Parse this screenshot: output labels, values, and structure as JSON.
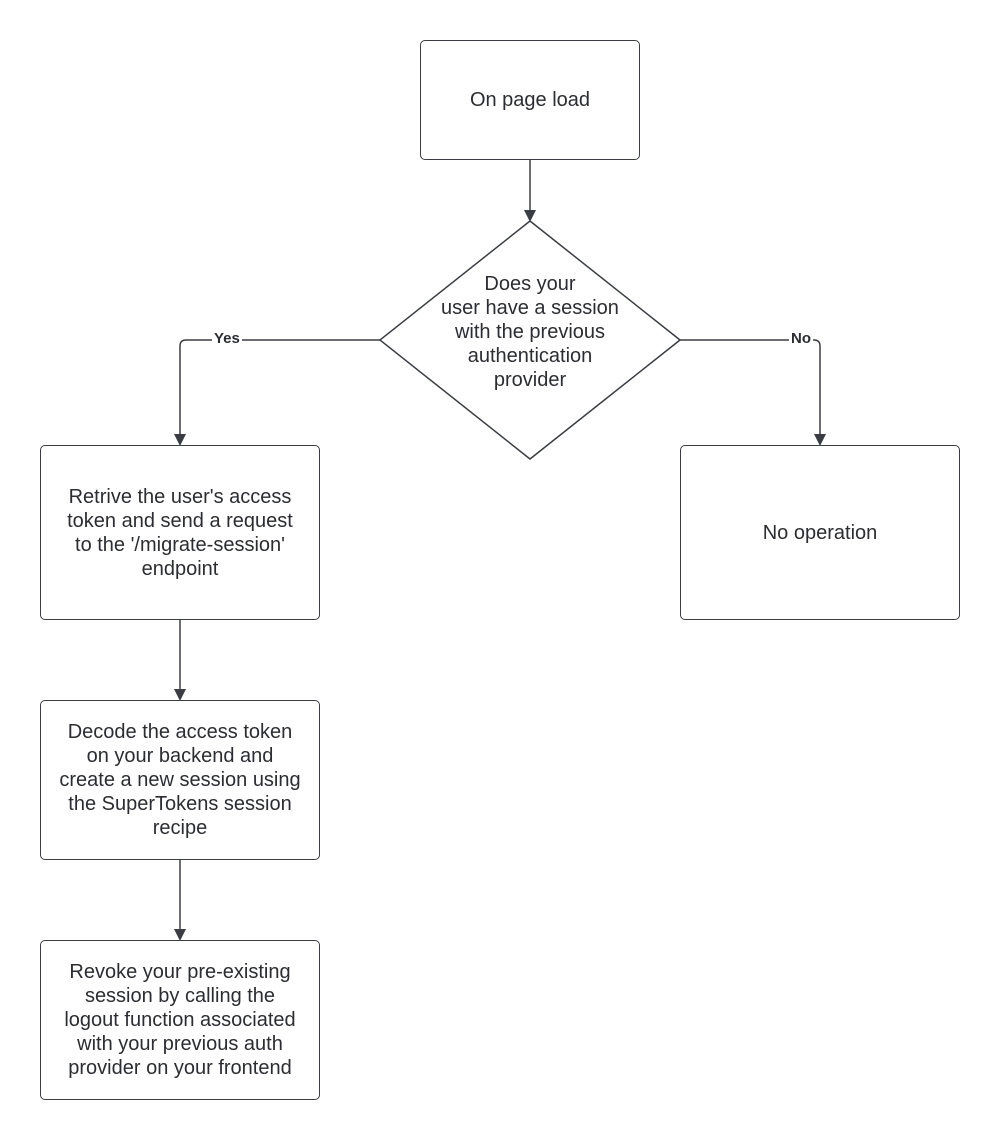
{
  "nodes": {
    "start": "On page load",
    "decision": [
      "Does your",
      "user have a session",
      "with the previous",
      "authentication",
      "provider"
    ],
    "retrieve": [
      "Retrive the user's access",
      "token and send a request",
      "to the '/migrate-session'",
      "endpoint"
    ],
    "no_op": "No operation",
    "decode": [
      "Decode the access token",
      "on your backend and",
      "create a new session using",
      "the SuperTokens session",
      "recipe"
    ],
    "revoke": [
      "Revoke your pre-existing",
      "session by calling the",
      "logout function associated",
      "with your previous auth",
      "provider on your frontend"
    ]
  },
  "edges": {
    "yes_label": "Yes",
    "no_label": "No"
  },
  "colors": {
    "stroke": "#3a3d44",
    "text": "#2b2d33",
    "background": "#ffffff"
  }
}
